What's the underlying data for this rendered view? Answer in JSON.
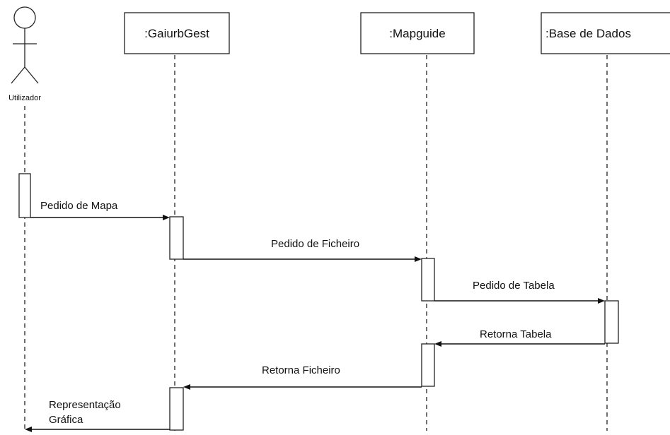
{
  "actor": {
    "label": "Utilizador"
  },
  "lifelines": [
    {
      "id": "gaiurb",
      "label": ":GaiurbGest"
    },
    {
      "id": "mapguide",
      "label": ":Mapguide"
    },
    {
      "id": "db",
      "label": ":Base de Dados"
    }
  ],
  "messages": [
    {
      "id": "m1",
      "label": "Pedido de Mapa",
      "from": "Utilizador",
      "to": ":GaiurbGest"
    },
    {
      "id": "m2",
      "label": "Pedido de Ficheiro",
      "from": ":GaiurbGest",
      "to": ":Mapguide"
    },
    {
      "id": "m3",
      "label": "Pedido de Tabela",
      "from": ":Mapguide",
      "to": ":Base de Dados"
    },
    {
      "id": "m4",
      "label": "Retorna Tabela",
      "from": ":Base de Dados",
      "to": ":Mapguide"
    },
    {
      "id": "m5",
      "label": "Retorna Ficheiro",
      "from": ":Mapguide",
      "to": ":GaiurbGest"
    },
    {
      "id": "m6",
      "label_line1": "Representação",
      "label_line2": "Gráfica",
      "from": ":GaiurbGest",
      "to": "Utilizador"
    }
  ]
}
